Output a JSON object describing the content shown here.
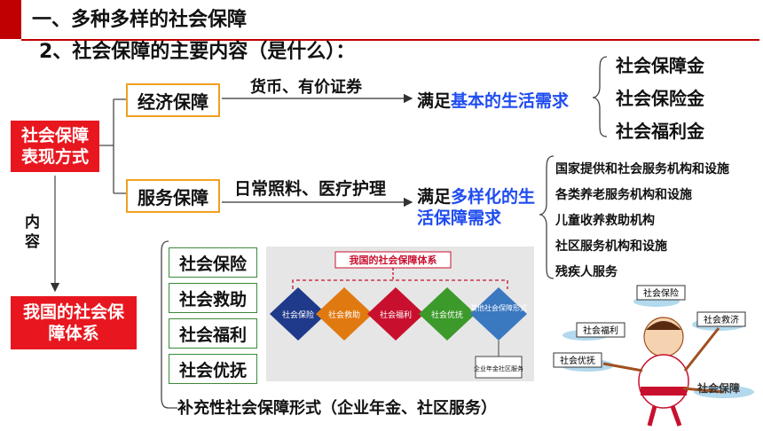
{
  "header": {
    "title": "一、多种多样的社会保障",
    "subtitle": "2、社会保障的主要内容（是什么）："
  },
  "left": {
    "forms_label": "社会保障表现方式",
    "content_label": "内容",
    "system_label": "我国的社会保障体系"
  },
  "economic": {
    "label": "经济保障",
    "arrow_label": "货币、有价证券",
    "meets_prefix": "满足",
    "meets_highlight": "基本的生活需求",
    "items": [
      "社会保障金",
      "社会保险金",
      "社会福利金"
    ]
  },
  "service": {
    "label": "服务保障",
    "arrow_label": "日常照料、医疗护理",
    "meets_prefix": "满足",
    "meets_highlight": "多样化的生活保障需求",
    "items": [
      "国家提供和社会服务机构和设施",
      "各类养老服务机构和设施",
      "儿童收养救助机构",
      "社区服务机构和设施",
      "残疾人服务"
    ]
  },
  "system_items": [
    "社会保险",
    "社会救助",
    "社会福利",
    "社会优抚"
  ],
  "supplement": "补充性社会保障形式（企业年金、社区服务）",
  "diagram": {
    "title": "我国的社会保障体系",
    "diamonds": [
      {
        "label": "社会保险",
        "color": "#1f3a8a"
      },
      {
        "label": "社会救助",
        "color": "#e07a10"
      },
      {
        "label": "社会福利",
        "color": "#c8102e"
      },
      {
        "label": "社会优抚",
        "color": "#3c9a2a"
      },
      {
        "label": "其他社会保障形式",
        "color": "#3a78c0"
      }
    ],
    "note": "企业年金社区服务"
  },
  "cartoon": {
    "plates": [
      "社会保险",
      "社会救济",
      "社会福利",
      "社会优抚"
    ],
    "caption": "社会保障"
  }
}
